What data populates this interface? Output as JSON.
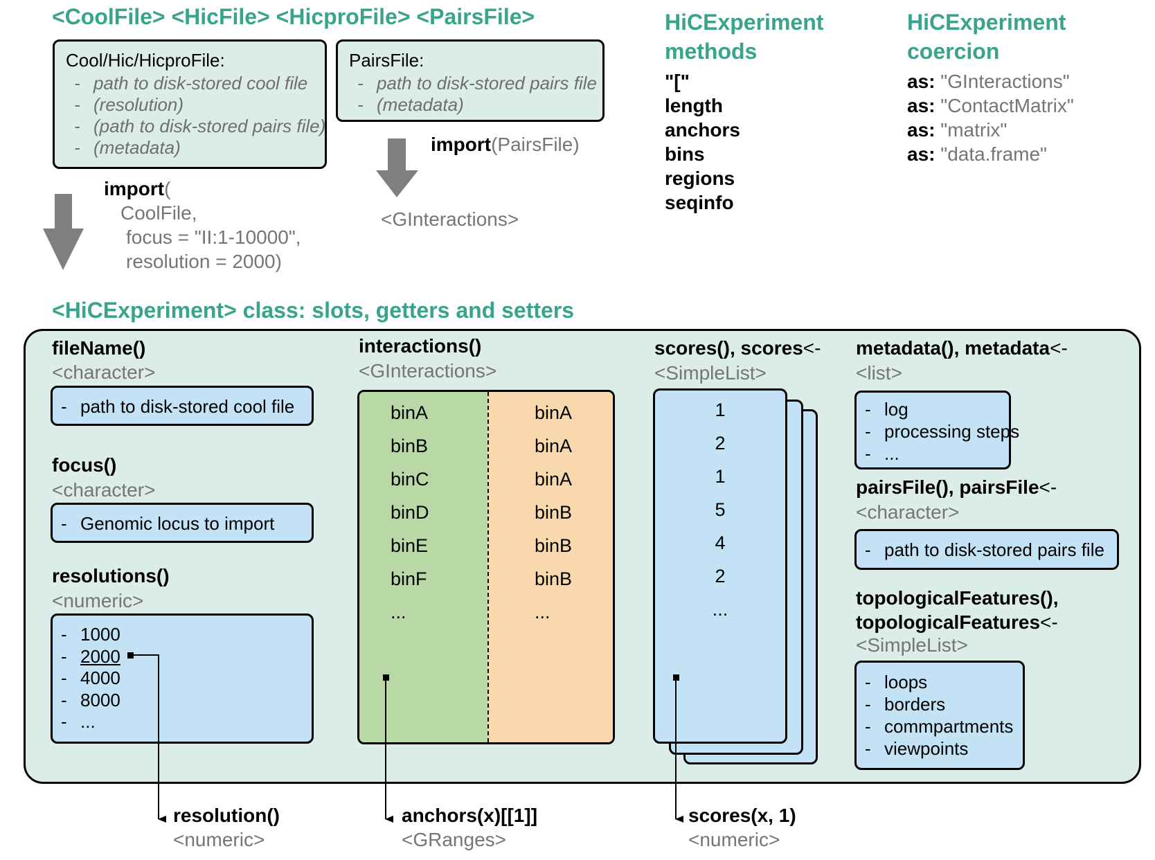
{
  "header": {
    "file_classes": "<CoolFile> <HicFile> <HicproFile> <PairsFile>",
    "methods_title": "HiCExperiment methods",
    "coercion_title": "HiCExperiment coercion",
    "class_title": "<HiCExperiment> class: slots, getters and setters"
  },
  "cool_box": {
    "title": "Cool/Hic/HicproFile:",
    "items": [
      "path to disk-stored cool file",
      "(resolution)",
      "(path to disk-stored pairs file)",
      "(metadata)"
    ]
  },
  "pairs_box": {
    "title": "PairsFile:",
    "items": [
      "path to disk-stored pairs file",
      "(metadata)"
    ]
  },
  "import_cool": {
    "fn": "import",
    "paren": "(",
    "lines": [
      "CoolFile,",
      "focus = \"II:1-10000\",",
      "resolution = 2000)"
    ]
  },
  "import_pairs": {
    "fn": "import",
    "arg": "(PairsFile)",
    "result": "<GInteractions>"
  },
  "methods": [
    "\"[\"",
    "length",
    "anchors",
    "bins",
    "regions",
    "seqinfo"
  ],
  "coercion": [
    {
      "kw": "as:",
      "val": "\"GInteractions\""
    },
    {
      "kw": "as:",
      "val": "\"ContactMatrix\""
    },
    {
      "kw": "as:",
      "val": "\"matrix\""
    },
    {
      "kw": "as:",
      "val": "\"data.frame\""
    }
  ],
  "slots": {
    "fileName": {
      "getter": "fileName()",
      "type": "<character>",
      "items": [
        "path to disk-stored cool file"
      ]
    },
    "focus": {
      "getter": "focus()",
      "type": "<character>",
      "items": [
        "Genomic locus to import"
      ]
    },
    "resolutions": {
      "getter": "resolutions()",
      "type": "<numeric>",
      "items": [
        "1000",
        "2000",
        "4000",
        "8000",
        "..."
      ]
    },
    "interactions": {
      "getter": "interactions()",
      "type": "<GInteractions>",
      "anchor1": [
        "binA",
        "binB",
        "binC",
        "binD",
        "binE",
        "binF",
        "..."
      ],
      "anchor2": [
        "binA",
        "binA",
        "binA",
        "binB",
        "binB",
        "binB",
        "..."
      ]
    },
    "scores": {
      "getter": "scores(), scores",
      "setter": "<-",
      "type": "<SimpleList>",
      "values": [
        "1",
        "2",
        "1",
        "5",
        "4",
        "2",
        "..."
      ]
    },
    "metadata": {
      "getter": "metadata(), metadata",
      "setter": "<-",
      "type": "<list>",
      "items": [
        "log",
        "processing steps",
        "..."
      ]
    },
    "pairsFile": {
      "getter": "pairsFile(), pairsFile",
      "setter": "<-",
      "type": "<character>",
      "items": [
        "path to disk-stored pairs file"
      ]
    },
    "topologicalFeatures": {
      "getter_line1": "topologicalFeatures(),",
      "getter_line2": "topologicalFeatures",
      "setter": "<-",
      "type": "<SimpleList>",
      "items": [
        "loops",
        "borders",
        "commpartments",
        "viewpoints"
      ]
    }
  },
  "outputs": {
    "resolution": {
      "fn": "resolution()",
      "type": "<numeric>"
    },
    "anchors": {
      "fn": "anchors(x)[[1]]",
      "type": "<GRanges>"
    },
    "scores": {
      "fn": "scores(x, 1)",
      "type": "<numeric>"
    }
  },
  "colors": {
    "teal": "#3aa38b",
    "panel": "#dcece8",
    "blue": "#c4e2f5",
    "green": "#b8d8a6",
    "orange": "#f9d8ad",
    "arrow": "#7f7f7f"
  }
}
